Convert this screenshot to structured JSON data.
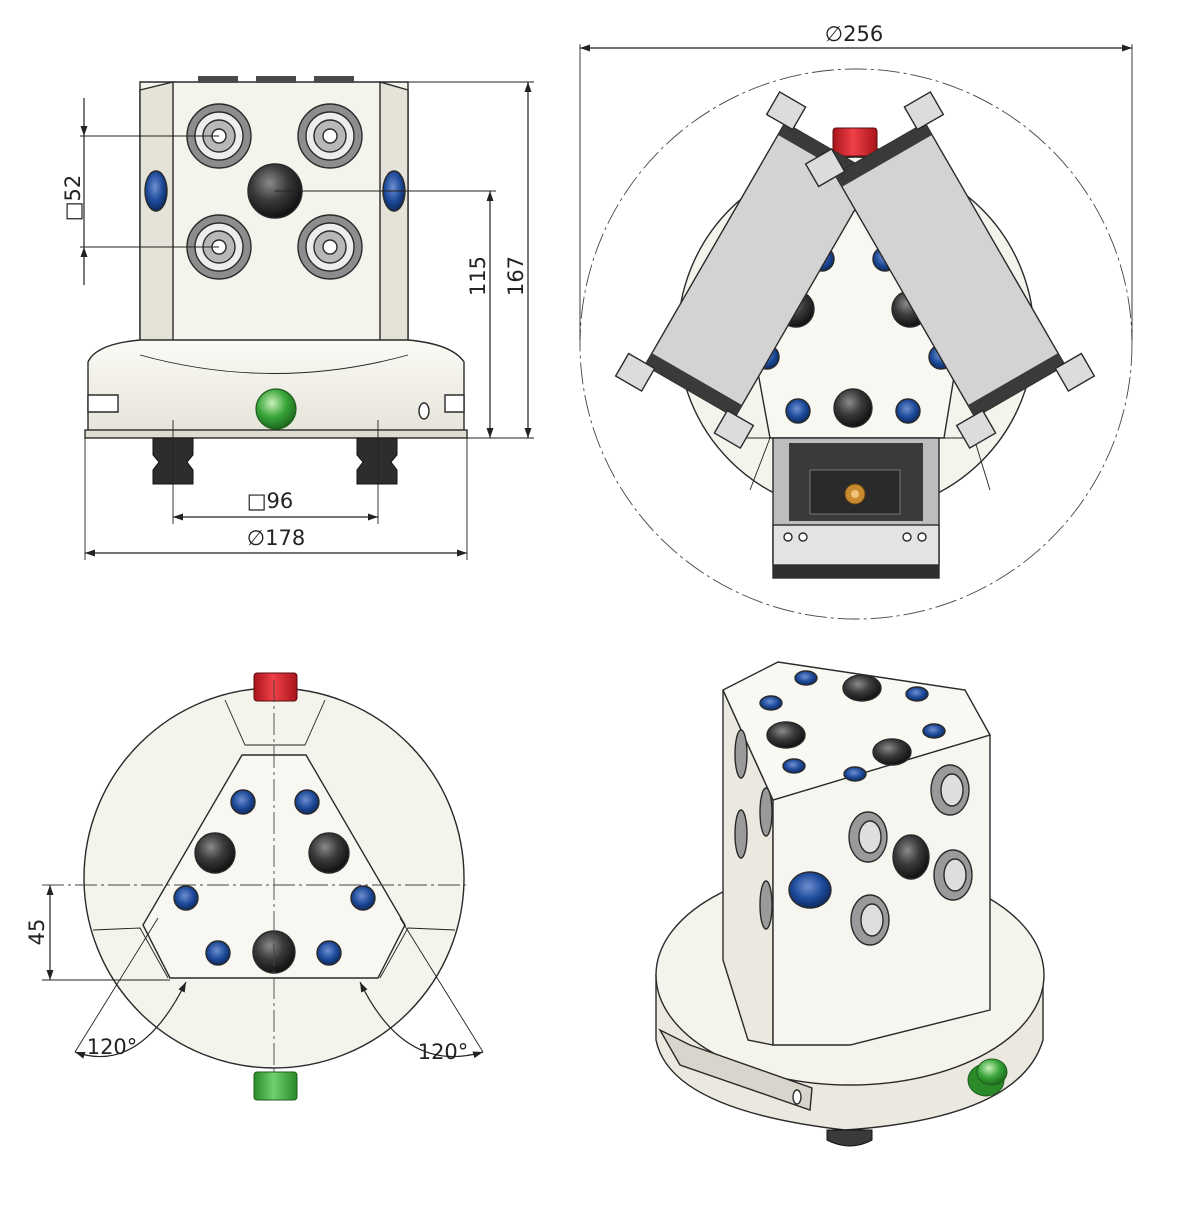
{
  "front_view": {
    "dim_square_small": "52",
    "dim_height_axis": "115",
    "dim_height_total": "167",
    "dim_square_large": "96",
    "dim_diameter": "178"
  },
  "top_view": {
    "dim_diameter": "256"
  },
  "bottom_view": {
    "dim_offset": "45",
    "angle_left": "120°",
    "angle_right": "120°"
  },
  "symbols": {
    "square": "□",
    "diameter": "∅"
  },
  "colors": {
    "outline": "#2a2a2a",
    "body": "#f4f3ec",
    "blue_plug": "#1d4a9a",
    "red_plug": "#d9232b",
    "green_plug": "#3aa63a",
    "dark_plug": "#3b3b3b",
    "gripper_grey": "#cfcfcf"
  }
}
